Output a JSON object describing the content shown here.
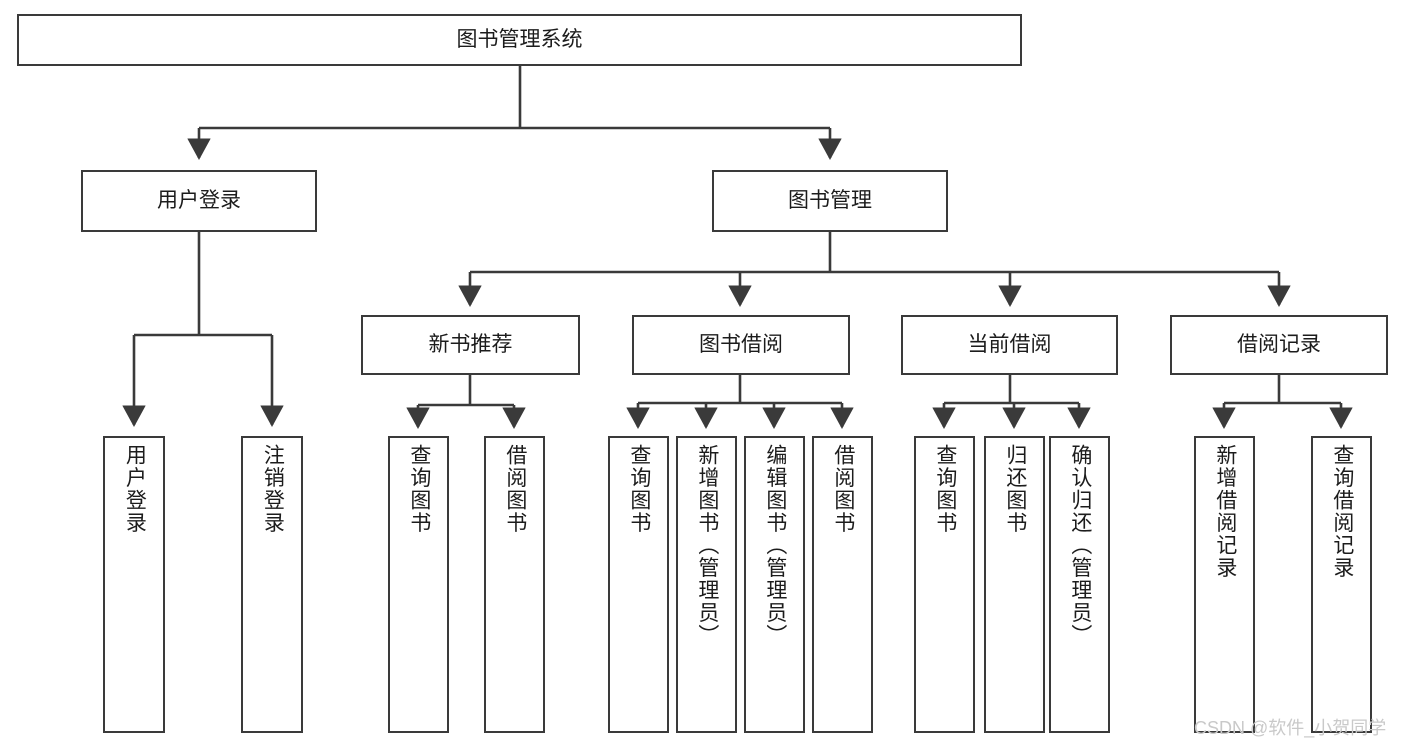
{
  "diagram": {
    "title": "图书管理系统",
    "type": "hierarchy-tree",
    "orientation": "top-down",
    "colors": {
      "box_border": "#3a3a3a",
      "box_fill": "#ffffff",
      "connector": "#3a3a3a",
      "text": "#1c1c1c",
      "watermark": "#c9c9c9",
      "background": "#ffffff"
    },
    "root": {
      "id": "root",
      "label": "图书管理系统"
    },
    "level2": [
      {
        "id": "user-login",
        "label": "用户登录"
      },
      {
        "id": "book-manage",
        "label": "图书管理"
      }
    ],
    "level3": [
      {
        "id": "new-book-recommend",
        "label": "新书推荐",
        "parent": "book-manage"
      },
      {
        "id": "book-borrow",
        "label": "图书借阅",
        "parent": "book-manage"
      },
      {
        "id": "current-borrow",
        "label": "当前借阅",
        "parent": "book-manage"
      },
      {
        "id": "borrow-record",
        "label": "借阅记录",
        "parent": "book-manage"
      }
    ],
    "leaves": [
      {
        "id": "leaf-user-login",
        "label": "用户登录",
        "parent": "user-login"
      },
      {
        "id": "leaf-user-logout",
        "label": "注销登录",
        "parent": "user-login"
      },
      {
        "id": "leaf-query-book-1",
        "label": "查询图书",
        "parent": "new-book-recommend"
      },
      {
        "id": "leaf-borrow-book-1",
        "label": "借阅图书",
        "parent": "new-book-recommend"
      },
      {
        "id": "leaf-query-book-2",
        "label": "查询图书",
        "parent": "book-borrow"
      },
      {
        "id": "leaf-add-book",
        "label": "新增图书（管理员）",
        "parent": "book-borrow"
      },
      {
        "id": "leaf-edit-book",
        "label": "编辑图书（管理员）",
        "parent": "book-borrow"
      },
      {
        "id": "leaf-borrow-book-2",
        "label": "借阅图书",
        "parent": "book-borrow"
      },
      {
        "id": "leaf-query-book-3",
        "label": "查询图书",
        "parent": "current-borrow"
      },
      {
        "id": "leaf-return-book",
        "label": "归还图书",
        "parent": "current-borrow"
      },
      {
        "id": "leaf-confirm-return",
        "label": "确认归还（管理员）",
        "parent": "current-borrow"
      },
      {
        "id": "leaf-add-record",
        "label": "新增借阅记录",
        "parent": "borrow-record"
      },
      {
        "id": "leaf-query-record",
        "label": "查询借阅记录",
        "parent": "borrow-record"
      }
    ],
    "watermark": "CSDN @软件_小贺同学"
  }
}
